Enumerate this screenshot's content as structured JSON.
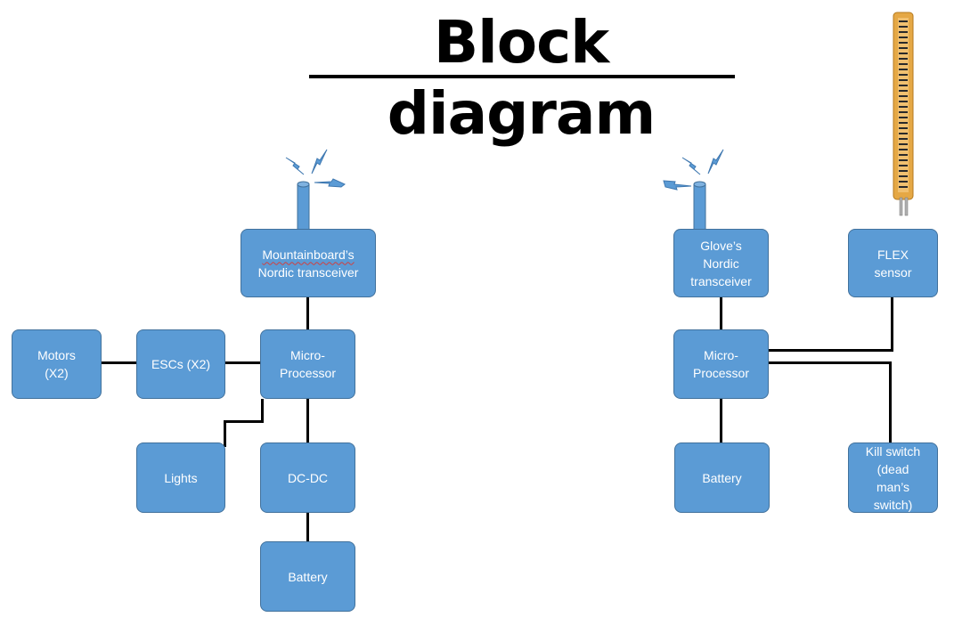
{
  "title": "Block diagram",
  "colors": {
    "box_fill": "#5b9bd5",
    "box_border": "#41719c",
    "box_text": "#ffffff",
    "line": "#000000",
    "antenna": "#5b9bd5",
    "flex_sensor": "#e0a43a"
  },
  "mountainboard": {
    "transceiver": {
      "line1": "Mountainboard’s",
      "line2": "Nordic transceiver"
    },
    "microprocessor": {
      "line1": "Micro-",
      "line2": "Processor"
    },
    "escs": "ESCs (X2)",
    "motors": {
      "line1": "Motors",
      "line2": "(X2)"
    },
    "lights": "Lights",
    "dcdc": "DC-DC",
    "battery": "Battery"
  },
  "glove": {
    "transceiver": {
      "line1": "Glove’s",
      "line2": "Nordic",
      "line3": "transceiver"
    },
    "flex": {
      "line1": "FLEX",
      "line2": "sensor"
    },
    "microprocessor": {
      "line1": "Micro-",
      "line2": "Processor"
    },
    "battery": "Battery",
    "kill": {
      "line1": "Kill switch",
      "line2": "(dead",
      "line3": "man’s",
      "line4": "switch)"
    }
  },
  "icons": {
    "antenna": "wireless-antenna-icon",
    "signal": "lightning-signal-icon",
    "flex_sensor": "flex-sensor-icon"
  }
}
